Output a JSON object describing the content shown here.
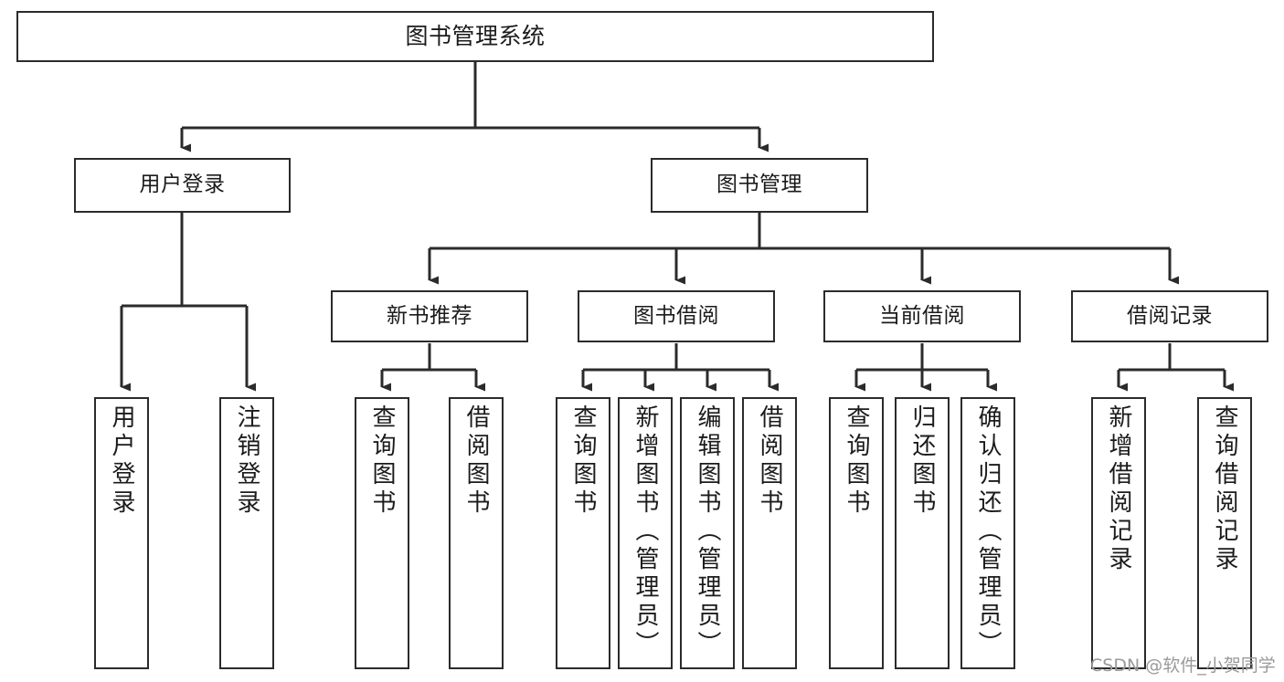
{
  "diagram": {
    "title": "图书管理系统",
    "type": "hierarchy-tree",
    "watermark": "CSDN @软件_小贺同学",
    "colors": {
      "box_border": "#2b2b2b",
      "box_fill": "#ffffff",
      "edge": "#2b2b2b",
      "text": "#1b1b1b",
      "watermark": "#9a9a9a",
      "background": "#ffffff"
    },
    "nodes": {
      "root": {
        "label": "图书管理系统",
        "level": 0
      },
      "user_login": {
        "label": "用户登录",
        "level": 1
      },
      "book_manage": {
        "label": "图书管理",
        "level": 1
      },
      "new_book_rec": {
        "label": "新书推荐",
        "level": 2
      },
      "book_borrow": {
        "label": "图书借阅",
        "level": 2
      },
      "current_borrow": {
        "label": "当前借阅",
        "level": 2
      },
      "borrow_record": {
        "label": "借阅记录",
        "level": 2
      },
      "leaf_user_login": {
        "label": "用户登录",
        "level": 2
      },
      "leaf_logout": {
        "label": "注销登录",
        "level": 2
      },
      "leaf_query_book_1": {
        "label": "查询图书",
        "level": 3
      },
      "leaf_borrow_book_1": {
        "label": "借阅图书",
        "level": 3
      },
      "leaf_query_book_2": {
        "label": "查询图书",
        "level": 3
      },
      "leaf_add_book": {
        "label": "新增图书（管理员）",
        "level": 3
      },
      "leaf_edit_book": {
        "label": "编辑图书（管理员）",
        "level": 3
      },
      "leaf_borrow_book_2": {
        "label": "借阅图书",
        "level": 3
      },
      "leaf_query_book_3": {
        "label": "查询图书",
        "level": 3
      },
      "leaf_return_book": {
        "label": "归还图书",
        "level": 3
      },
      "leaf_confirm_return": {
        "label": "确认归还（管理员）",
        "level": 3
      },
      "leaf_add_record": {
        "label": "新增借阅记录",
        "level": 3
      },
      "leaf_query_record": {
        "label": "查询借阅记录",
        "level": 3
      }
    }
  }
}
